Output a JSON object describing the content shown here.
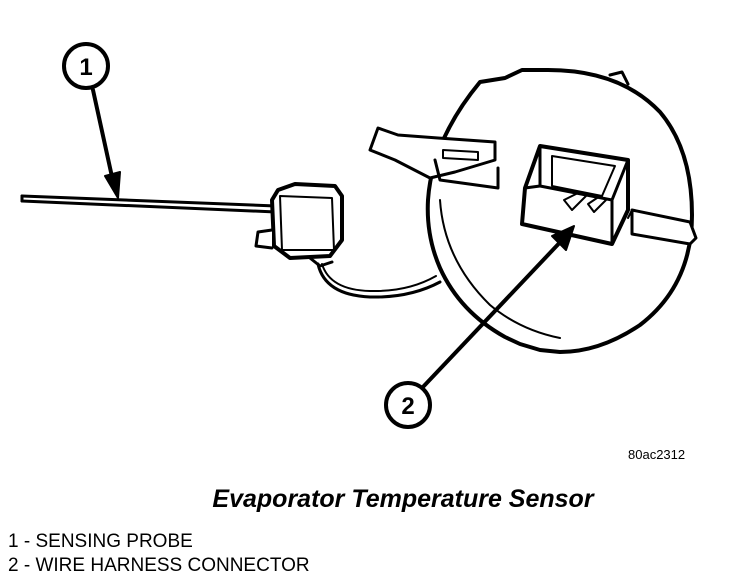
{
  "callouts": [
    {
      "number": "1"
    },
    {
      "number": "2"
    }
  ],
  "figure_code": "80ac2312",
  "caption": "Evaporator Temperature Sensor",
  "legend": [
    {
      "number": "1",
      "separator": "-",
      "label": "SENSING PROBE"
    },
    {
      "number": "2",
      "separator": "-",
      "label": "WIRE HARNESS CONNECTOR"
    }
  ]
}
